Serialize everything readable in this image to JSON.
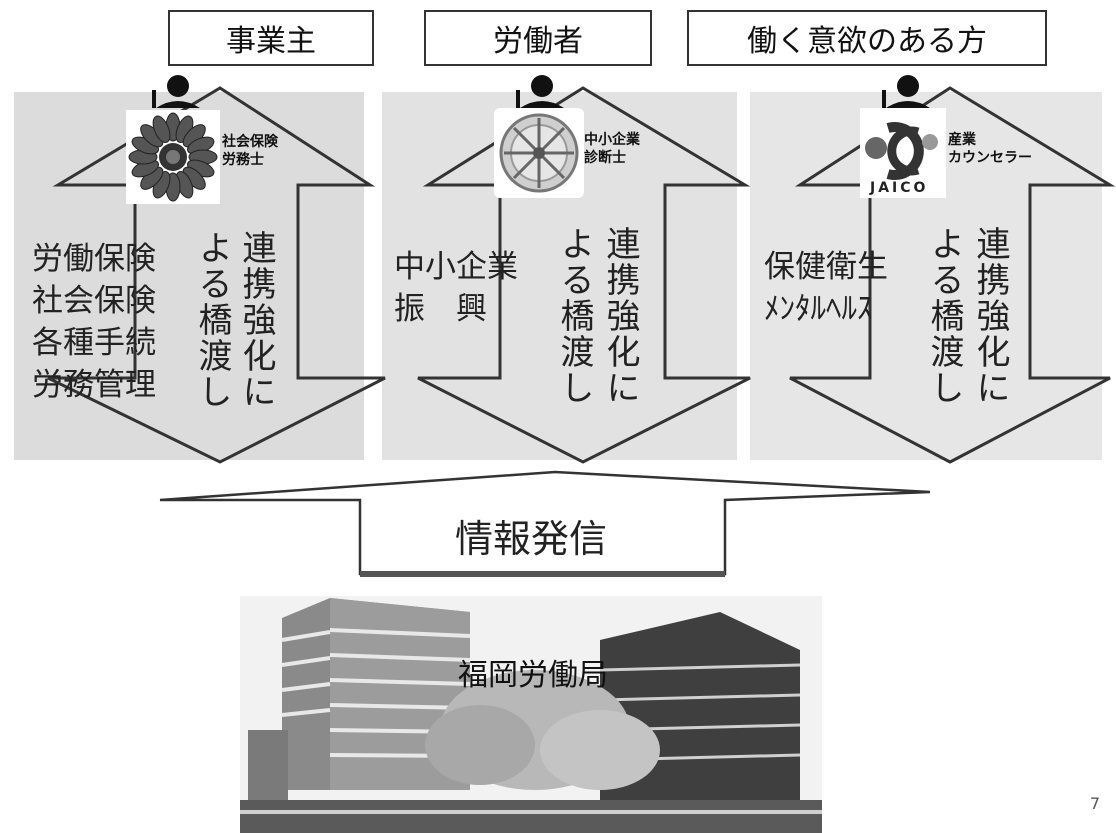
{
  "headers": [
    "事業主",
    "労働者",
    "働く意欲のある方"
  ],
  "columns": [
    {
      "badge_label": [
        "社会保険",
        "労務士"
      ],
      "left_lines": [
        "労働保険",
        "社会保険",
        "各種手続",
        "労務管理"
      ],
      "vertical_cols": [
        "連携強化に",
        "よる橋渡し"
      ]
    },
    {
      "badge_label": [
        "中小企業",
        "診断士"
      ],
      "left_lines": [
        "中小企業",
        "振　興"
      ],
      "vertical_cols": [
        "連携強化に",
        "よる橋渡し"
      ]
    },
    {
      "badge_label": [
        "産業",
        "カウンセラー"
      ],
      "logo_text": "JAICO",
      "left_lines": [
        "保健衛生",
        "ﾒﾝﾀﾙﾍﾙｽ"
      ],
      "vertical_cols": [
        "連携強化に",
        "よる橋渡し"
      ]
    }
  ],
  "bottom": {
    "banner": "情報発信",
    "building_label": "福岡労働局"
  },
  "page_number": "7"
}
